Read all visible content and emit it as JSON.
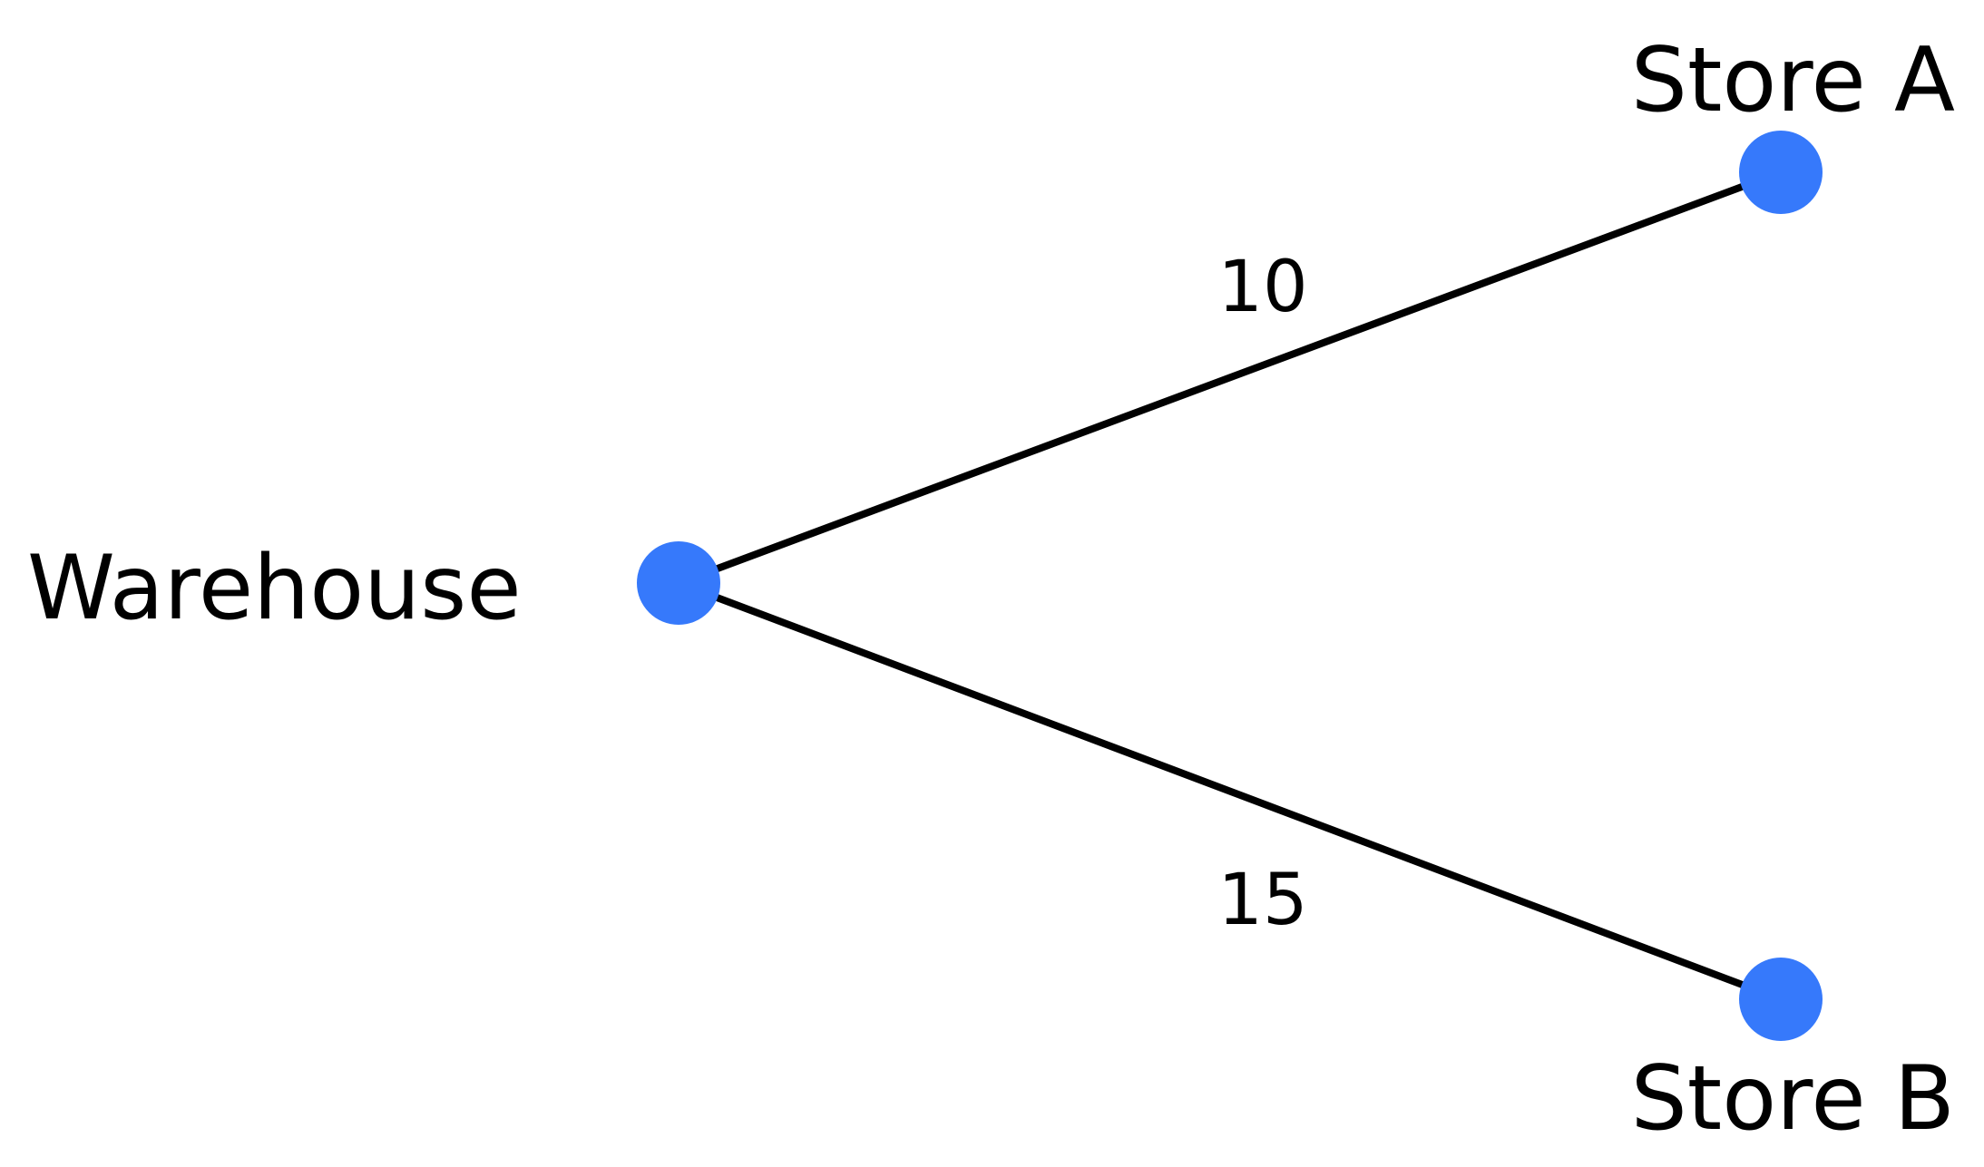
{
  "colors": {
    "node": "#3679FB",
    "edge": "#000000",
    "text": "#000000",
    "background": "#FFFFFF"
  },
  "nodes": {
    "warehouse": {
      "label": "Warehouse"
    },
    "store_a": {
      "label": "Store A"
    },
    "store_b": {
      "label": "Store B"
    }
  },
  "edges": {
    "warehouse_store_a": {
      "from": "Warehouse",
      "to": "Store A",
      "weight": "10"
    },
    "warehouse_store_b": {
      "from": "Warehouse",
      "to": "Store B",
      "weight": "15"
    }
  }
}
